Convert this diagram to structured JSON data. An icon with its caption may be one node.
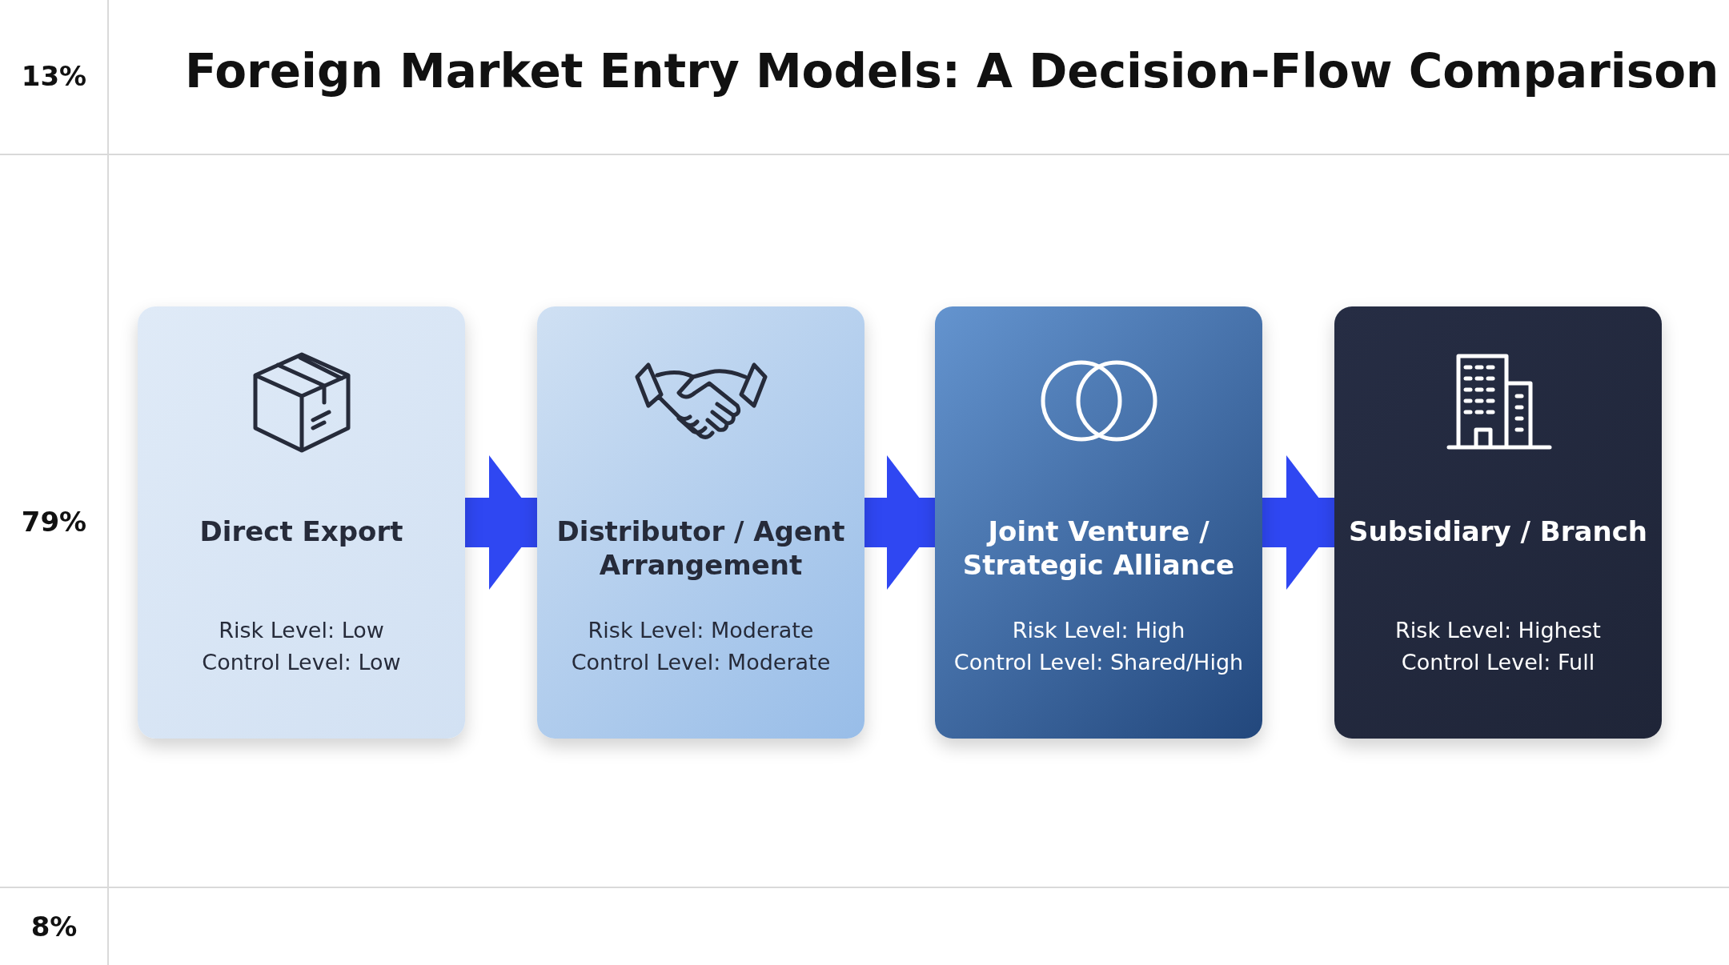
{
  "diagram": {
    "title": "Foreign Market Entry Models: A Decision-Flow Comparison",
    "nodes": [
      {
        "text": [
          "Direct Export",
          "Risk Level: Low",
          "Control Level: Low"
        ]
      },
      {
        "text": [
          "Distributor / Agent Arrangement",
          "Risk Level: Moderate",
          "Control Level: Moderate"
        ]
      },
      {
        "text": [
          "Joint Venture / Strategic Alliance",
          "Risk Level: High",
          "Control Level: Shared/High"
        ]
      },
      {
        "text": [
          "Subsidiary / Branch",
          "Risk Level: Highest",
          "Control Level: Full"
        ]
      }
    ],
    "edges": [
      {
        "from": 0,
        "to": 1,
        "arrow": "to"
      },
      {
        "from": 1,
        "to": 2,
        "arrow": "to"
      },
      {
        "from": 2,
        "to": 3,
        "arrow": "to"
      }
    ],
    "labels": [
      "13%",
      "79%",
      "8%"
    ]
  }
}
